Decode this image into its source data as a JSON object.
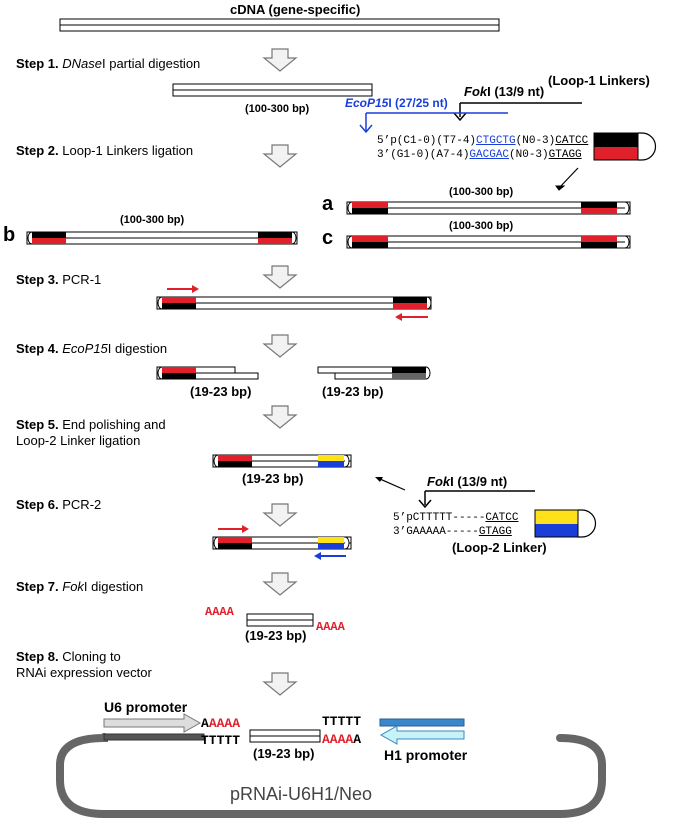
{
  "labels": {
    "cdna": "cDNA (gene-specific)",
    "size_100_300": "(100-300 bp)",
    "size_19_23": "(19-23 bp)",
    "loop1_title": "(Loop-1 Linkers)",
    "loop2_title": "(Loop-2 Linker)",
    "foki_name": "Fok",
    "foki_cut": "I (13/9 nt)",
    "ecop_name": "EcoP15",
    "ecop_cut": "I (27/25 nt)",
    "a": "a",
    "b": "b",
    "c": "c",
    "aaaa": "AAAA"
  },
  "steps": [
    {
      "num": "Step 1.",
      "italic": "DNase",
      "text": "I partial digestion"
    },
    {
      "num": "Step 2.",
      "text": "Loop-1 Linkers ligation"
    },
    {
      "num": "Step 3.",
      "text": "PCR-1"
    },
    {
      "num": "Step 4.",
      "italic": "EcoP15",
      "text": "I digestion"
    },
    {
      "num": "Step 5.",
      "text": "End polishing and",
      "text2": "Loop-2 Linker ligation"
    },
    {
      "num": "Step 6.",
      "text": "PCR-2"
    },
    {
      "num": "Step 7.",
      "italic": "Fok",
      "text": "I digestion"
    },
    {
      "num": "Step 8.",
      "text": "Cloning to",
      "text2": "RNAi expression vector"
    }
  ],
  "linker1": {
    "top_pre": "5’p(C1-0)(T7-4)",
    "top_site": "CTGCTG",
    "top_mid": "(N0-3)",
    "top_end": "CATCC",
    "bot_pre": "3’(G1-0)(A7-4)",
    "bot_site": "GACGAC",
    "bot_mid": "(N0-3)",
    "bot_end": "GTAGG"
  },
  "linker2": {
    "top_pre": "5’pCTTTTT-----",
    "top_end": "CATCC",
    "bot_pre": "3’GAAAAA-----",
    "bot_end": "GTAGG"
  },
  "vector": {
    "u6": "U6 promoter",
    "h1": "H1 promoter",
    "u6_a": "A",
    "h1_a": "A",
    "aaaa": "AAAA",
    "ttttt": "TTTTT",
    "name": "pRNAi-U6H1/Neo"
  },
  "colors": {
    "red": "#e0202a",
    "black": "#000000",
    "blue": "#1a3fd9",
    "yellow": "#ffe11a",
    "gray": "#666666"
  }
}
